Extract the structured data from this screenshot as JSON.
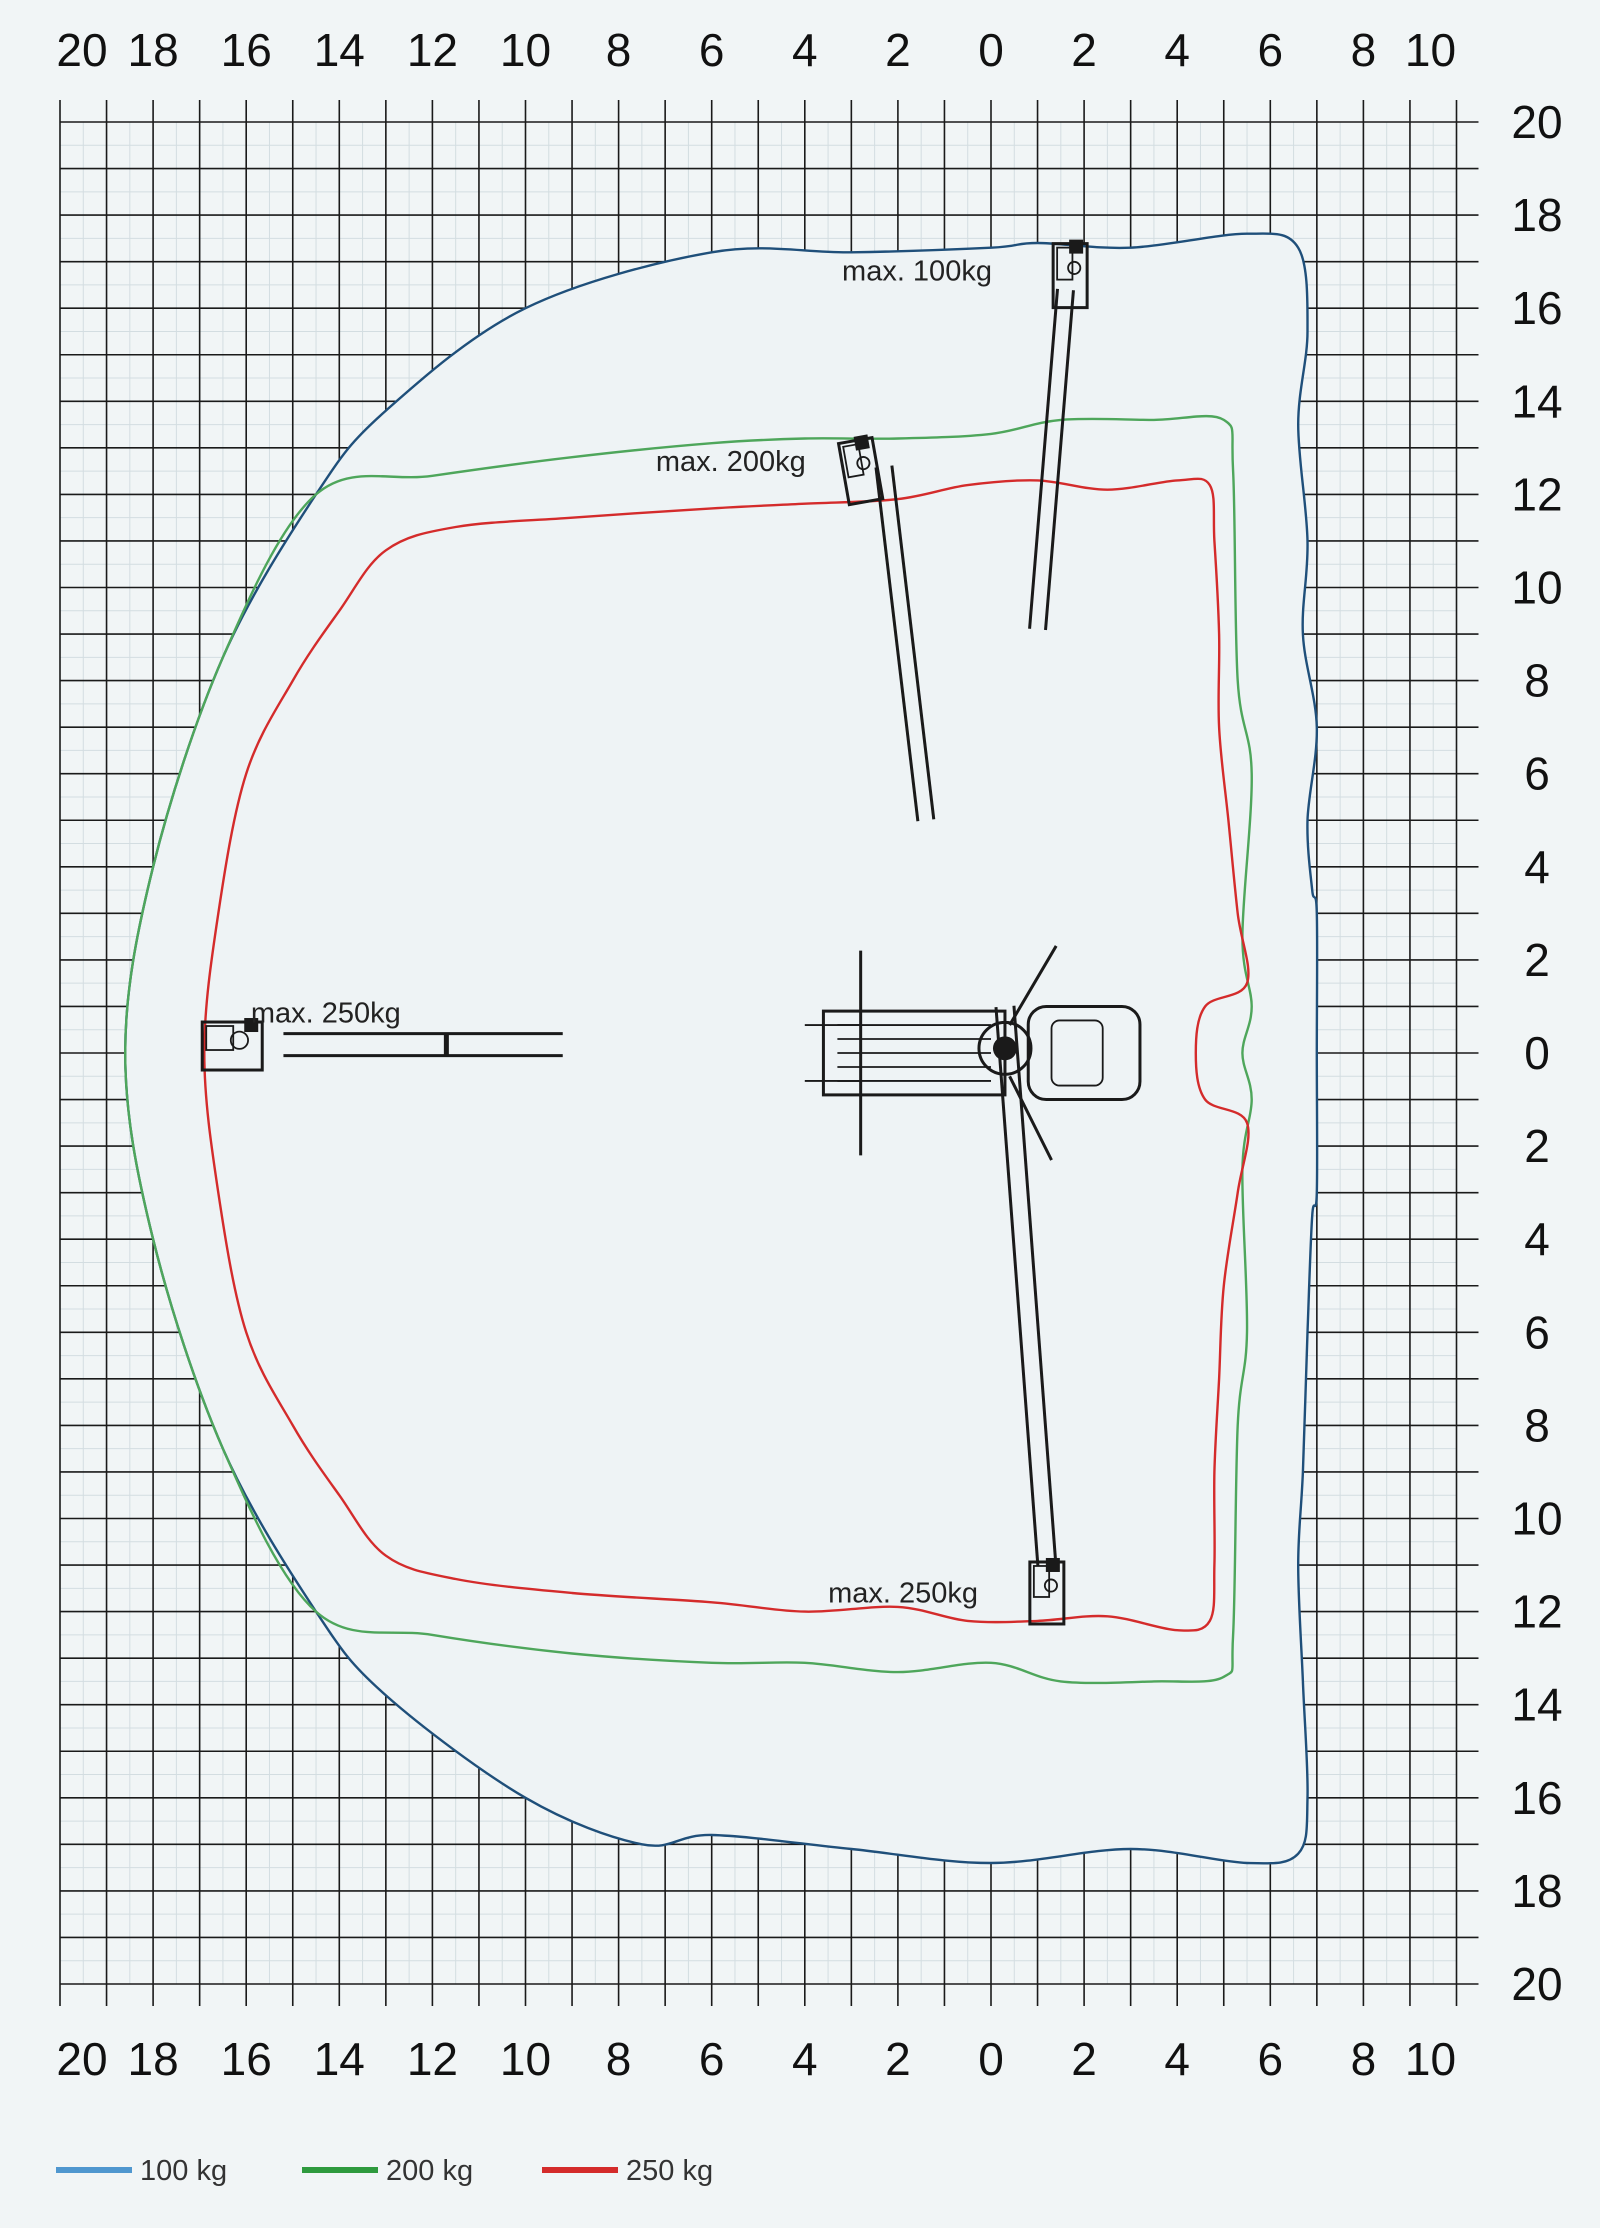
{
  "chart_data": {
    "type": "line",
    "title": "",
    "xlabel": "",
    "ylabel": "",
    "xlim": [
      -20,
      10
    ],
    "ylim": [
      -20,
      20
    ],
    "grid": true,
    "legend_position": "bottom-left",
    "x_tick_labels": [
      "20",
      "18",
      "16",
      "14",
      "12",
      "10",
      "8",
      "6",
      "4",
      "2",
      "0",
      "2",
      "4",
      "6",
      "8",
      "10"
    ],
    "y_tick_labels": [
      "20",
      "18",
      "16",
      "14",
      "12",
      "10",
      "8",
      "6",
      "4",
      "2",
      "0",
      "2",
      "4",
      "6",
      "8",
      "10",
      "12",
      "14",
      "16",
      "18",
      "20"
    ],
    "series": [
      {
        "name": "100 kg",
        "color": "#1f4f7a",
        "legend_color": "#4f97cf",
        "points": [
          [
            1.0,
            17.4
          ],
          [
            3.0,
            17.3
          ],
          [
            5.5,
            17.6
          ],
          [
            6.6,
            17.3
          ],
          [
            6.8,
            15.5
          ],
          [
            6.6,
            13.5
          ],
          [
            6.8,
            11
          ],
          [
            6.7,
            9
          ],
          [
            7.0,
            7
          ],
          [
            6.8,
            5
          ],
          [
            6.9,
            3.5
          ],
          [
            7.0,
            3.0
          ],
          [
            7.0,
            0
          ],
          [
            7.0,
            -3.0
          ],
          [
            6.9,
            -3.5
          ],
          [
            6.8,
            -6
          ],
          [
            6.7,
            -9
          ],
          [
            6.6,
            -11
          ],
          [
            6.7,
            -13.5
          ],
          [
            6.8,
            -16
          ],
          [
            6.6,
            -17.2
          ],
          [
            5.5,
            -17.4
          ],
          [
            3.0,
            -17.1
          ],
          [
            0,
            -17.4
          ],
          [
            -3.0,
            -17.1
          ],
          [
            -6.0,
            -16.8
          ],
          [
            -7.5,
            -17.0
          ],
          [
            -10.0,
            -16.0
          ],
          [
            -13.0,
            -13.8
          ],
          [
            -14.5,
            -12.0
          ],
          [
            -16.5,
            -8.5
          ],
          [
            -18.0,
            -4.0
          ],
          [
            -18.6,
            0
          ],
          [
            -18.0,
            4.0
          ],
          [
            -16.5,
            8.5
          ],
          [
            -14.5,
            12.0
          ],
          [
            -13.0,
            13.8
          ],
          [
            -10.0,
            16.0
          ],
          [
            -6.0,
            17.2
          ],
          [
            -3.0,
            17.2
          ],
          [
            0,
            17.3
          ],
          [
            1.0,
            17.4
          ]
        ]
      },
      {
        "name": "200 kg",
        "color": "#4ea65b",
        "legend_color": "#2e9a3e",
        "points": [
          [
            0,
            13.3
          ],
          [
            1.5,
            13.6
          ],
          [
            3.5,
            13.6
          ],
          [
            5.0,
            13.6
          ],
          [
            5.2,
            12.5
          ],
          [
            5.3,
            8.0
          ],
          [
            5.6,
            6.0
          ],
          [
            5.4,
            2.5
          ],
          [
            5.6,
            1.0
          ],
          [
            5.4,
            0
          ],
          [
            5.6,
            -1.0
          ],
          [
            5.4,
            -2.5
          ],
          [
            5.5,
            -6.0
          ],
          [
            5.3,
            -8.0
          ],
          [
            5.2,
            -12.5
          ],
          [
            5.0,
            -13.4
          ],
          [
            3.5,
            -13.5
          ],
          [
            1.5,
            -13.5
          ],
          [
            0,
            -13.1
          ],
          [
            -2.0,
            -13.3
          ],
          [
            -4.0,
            -13.1
          ],
          [
            -6.0,
            -13.1
          ],
          [
            -9.0,
            -12.9
          ],
          [
            -12.0,
            -12.5
          ],
          [
            -14.5,
            -12.0
          ],
          [
            -16.5,
            -8.5
          ],
          [
            -18.0,
            -4.0
          ],
          [
            -18.6,
            0
          ],
          [
            -18.0,
            4.0
          ],
          [
            -16.5,
            8.5
          ],
          [
            -14.5,
            12.0
          ],
          [
            -12.0,
            12.4
          ],
          [
            -9.0,
            12.8
          ],
          [
            -6.0,
            13.1
          ],
          [
            -4.0,
            13.2
          ],
          [
            -2.0,
            13.2
          ],
          [
            0,
            13.3
          ]
        ]
      },
      {
        "name": "250 kg",
        "color": "#d42b2b",
        "legend_color": "#d42b2b",
        "points": [
          [
            -0.5,
            12.2
          ],
          [
            1.0,
            12.3
          ],
          [
            2.5,
            12.1
          ],
          [
            4.0,
            12.3
          ],
          [
            4.7,
            12.2
          ],
          [
            4.8,
            11
          ],
          [
            4.9,
            9
          ],
          [
            4.9,
            7
          ],
          [
            5.1,
            5
          ],
          [
            5.3,
            3
          ],
          [
            5.5,
            1.5
          ],
          [
            4.6,
            1.0
          ],
          [
            4.4,
            0
          ],
          [
            4.6,
            -1.0
          ],
          [
            5.5,
            -1.5
          ],
          [
            5.3,
            -3
          ],
          [
            5.0,
            -5
          ],
          [
            4.9,
            -7
          ],
          [
            4.8,
            -9
          ],
          [
            4.8,
            -11
          ],
          [
            4.7,
            -12.2
          ],
          [
            4.0,
            -12.4
          ],
          [
            2.5,
            -12.1
          ],
          [
            1.0,
            -12.2
          ],
          [
            -0.5,
            -12.2
          ],
          [
            -2.0,
            -11.9
          ],
          [
            -4.0,
            -12.0
          ],
          [
            -6.0,
            -11.8
          ],
          [
            -9.0,
            -11.6
          ],
          [
            -11.5,
            -11.3
          ],
          [
            -13.0,
            -10.8
          ],
          [
            -14.0,
            -9.5
          ],
          [
            -15.0,
            -8.0
          ],
          [
            -16.0,
            -6.0
          ],
          [
            -16.6,
            -3.0
          ],
          [
            -16.9,
            0
          ],
          [
            -16.6,
            3.0
          ],
          [
            -16.0,
            6.0
          ],
          [
            -15.0,
            8.0
          ],
          [
            -14.0,
            9.5
          ],
          [
            -13.0,
            10.8
          ],
          [
            -11.5,
            11.3
          ],
          [
            -9.0,
            11.5
          ],
          [
            -6.0,
            11.7
          ],
          [
            -4.0,
            11.8
          ],
          [
            -2.0,
            11.9
          ],
          [
            -0.5,
            12.2
          ]
        ]
      }
    ],
    "annotations": [
      {
        "text": "max. 100kg",
        "x": -3.2,
        "y": 16.6
      },
      {
        "text": "max. 200kg",
        "x": -7.2,
        "y": 12.5
      },
      {
        "text": "max. 250kg",
        "x": -15.9,
        "y": 0.65
      },
      {
        "text": "max. 250kg",
        "x": -3.5,
        "y": -11.8
      }
    ],
    "legend": [
      {
        "label": "100 kg"
      },
      {
        "label": "200 kg"
      },
      {
        "label": "250 kg"
      }
    ]
  }
}
